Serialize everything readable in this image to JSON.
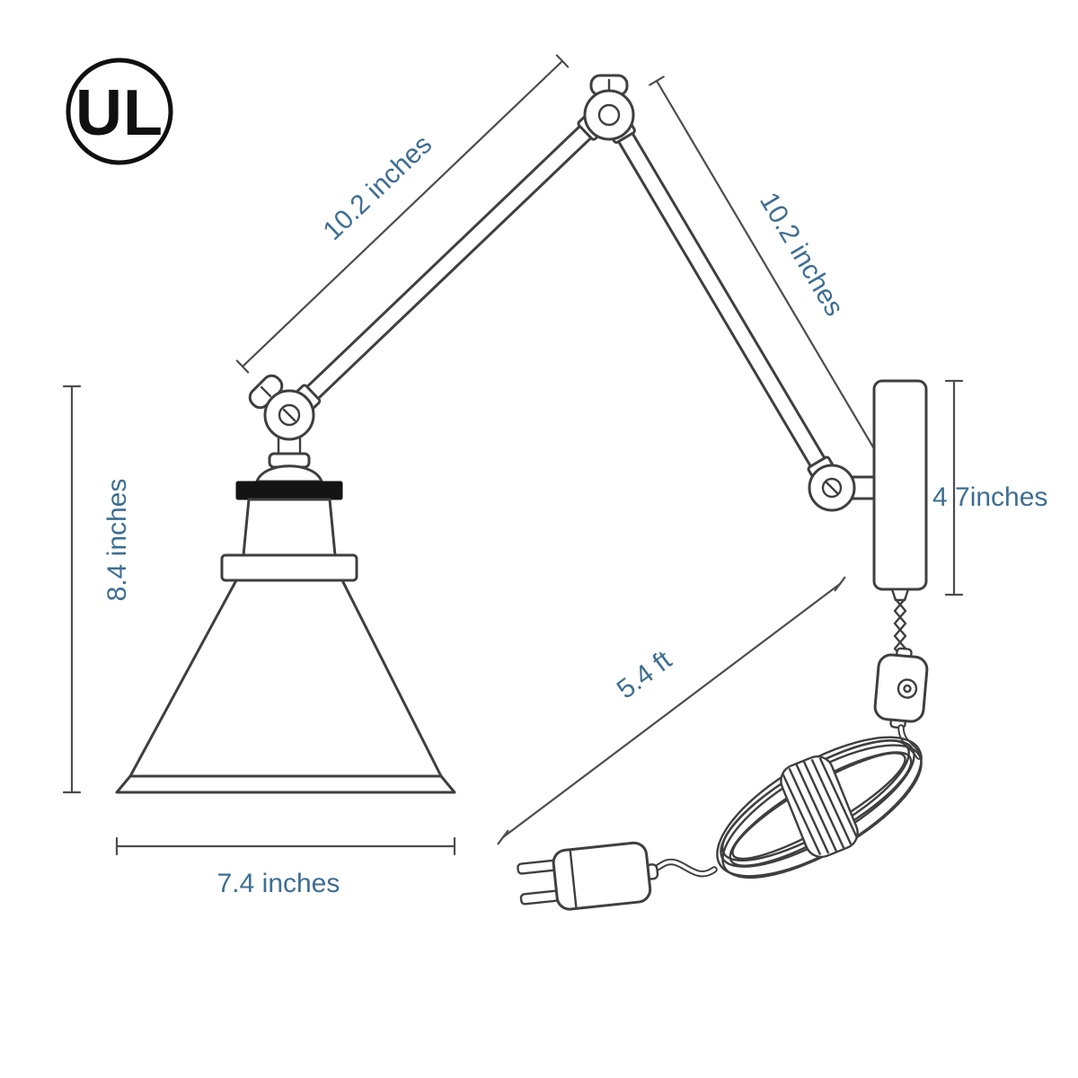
{
  "diagram": {
    "certification_mark": "UL",
    "dimensions": {
      "left_arm": "10.2 inches",
      "right_arm": "10.2 inches",
      "shade_height": "8.4 inches",
      "shade_diameter": "7.4 inches",
      "backplate_height": "4 7inches",
      "cord_length": "5.4 ft"
    },
    "colors": {
      "label_text": "#3e6e93",
      "line_art": "#3f3f3f",
      "socket_band": "#141414",
      "background": "#ffffff"
    }
  }
}
